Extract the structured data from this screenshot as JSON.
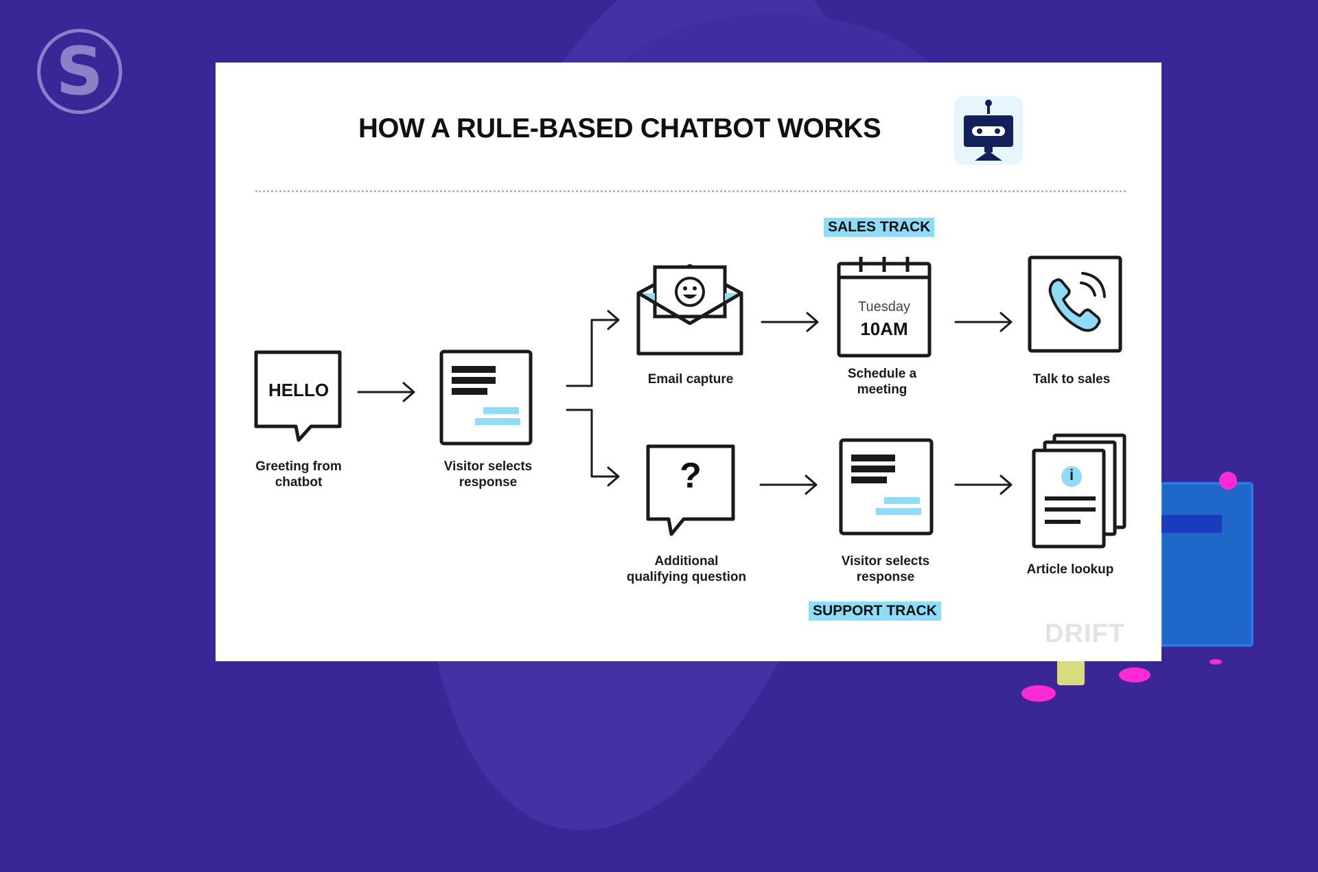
{
  "brand": {
    "logo_letter": "S"
  },
  "diagram": {
    "title": "HOW A RULE-BASED CHATBOT WORKS",
    "sales_track_label": "SALES TRACK",
    "support_track_label": "SUPPORT TRACK",
    "watermark": "DRIFT",
    "steps": {
      "greeting": {
        "label_line1": "Greeting from",
        "label_line2": "chatbot",
        "bubble_text": "HELLO"
      },
      "visitor_selects_1": {
        "label_line1": "Visitor selects",
        "label_line2": "response"
      },
      "email_capture": {
        "label_line1": "Email capture"
      },
      "schedule_meeting": {
        "label_line1": "Schedule a",
        "label_line2": "meeting",
        "cal_day": "Tuesday",
        "cal_time": "10AM"
      },
      "talk_to_sales": {
        "label_line1": "Talk to sales"
      },
      "qualifying_question": {
        "label_line1": "Additional",
        "label_line2": "qualifying question",
        "bubble_text": "?"
      },
      "visitor_selects_2": {
        "label_line1": "Visitor selects",
        "label_line2": "response"
      },
      "article_lookup": {
        "label_line1": "Article lookup",
        "info_glyph": "i"
      }
    }
  },
  "colors": {
    "background": "#3a2697",
    "accent_blue": "#8fdcf6",
    "accent_pink": "#ff2ad4"
  }
}
